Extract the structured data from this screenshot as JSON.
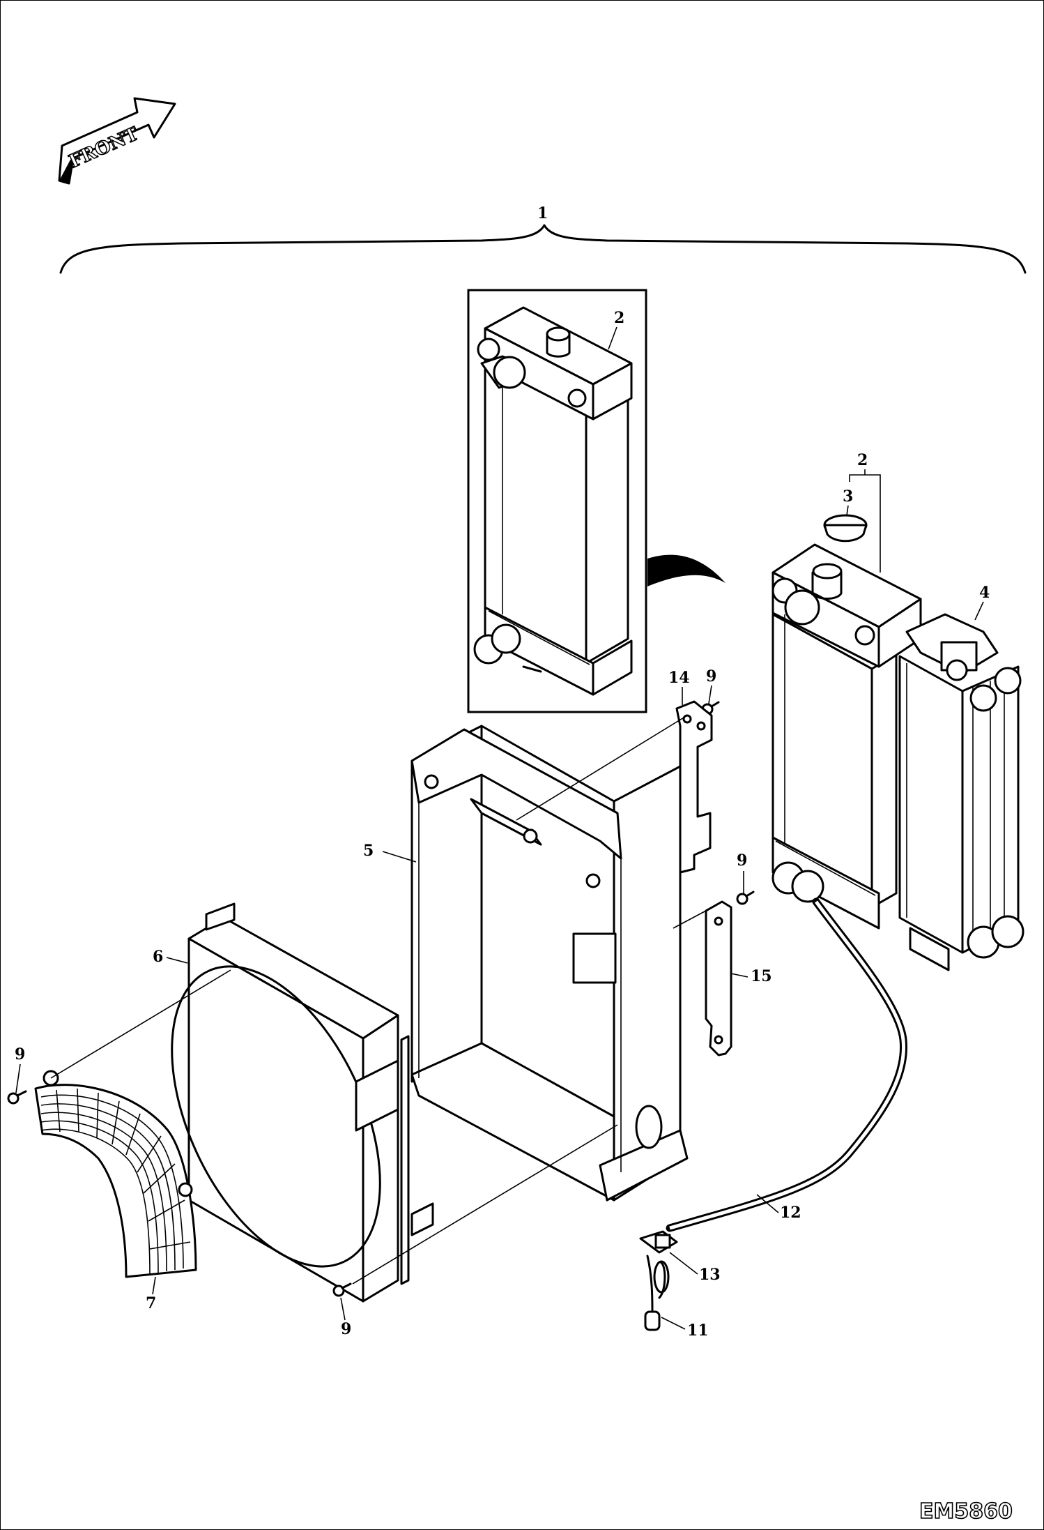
{
  "front_label": "FRONT",
  "diagram_code": "EM5860",
  "callouts": {
    "assembly": "1",
    "radiator_detail": "2",
    "radiator": "2",
    "cap": "3",
    "oil_cooler": "4",
    "frame": "5",
    "shroud": "6",
    "guard": "7",
    "bolt_guard": "9",
    "bolt_bottom": "9",
    "bolt_bracket14": "9",
    "bolt_bracket15": "9",
    "drain_valve": "11",
    "drain_hose": "12",
    "hose_clip": "13",
    "bracket_upper": "14",
    "bracket_lower": "15"
  }
}
